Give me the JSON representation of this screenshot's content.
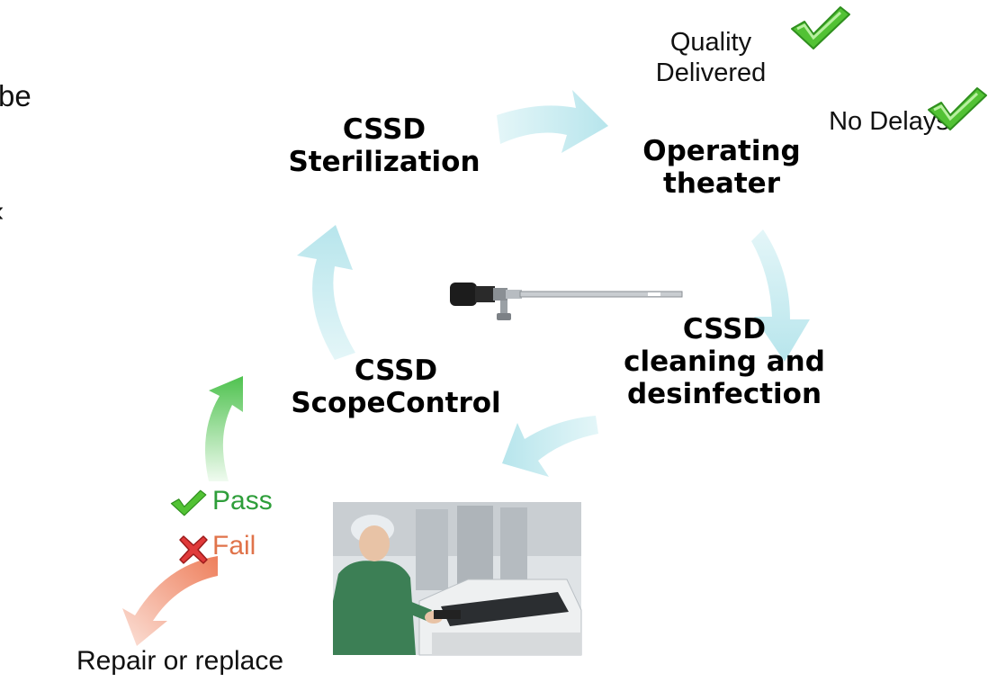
{
  "left_edge_fragments": {
    "top": "be",
    "middle": "«"
  },
  "stages": {
    "sterilization": "CSSD Sterilization",
    "operating": "Operating theater",
    "cleaning": "CSSD cleaning and desinfection",
    "scope_control": "CSSD ScopeControl"
  },
  "notes": {
    "quality": "Quality Delivered",
    "delays": "No Delays",
    "pass": "Pass",
    "fail": "Fail",
    "repair": "Repair or replace"
  },
  "colors": {
    "cycle_arrow": "#bfe8ee",
    "pass_green": "#2e9e3a",
    "fail_orange": "#e0734a",
    "check_green": "#52c234"
  },
  "icons": [
    "check-icon",
    "cross-icon",
    "endoscope-image",
    "photo-technician"
  ]
}
